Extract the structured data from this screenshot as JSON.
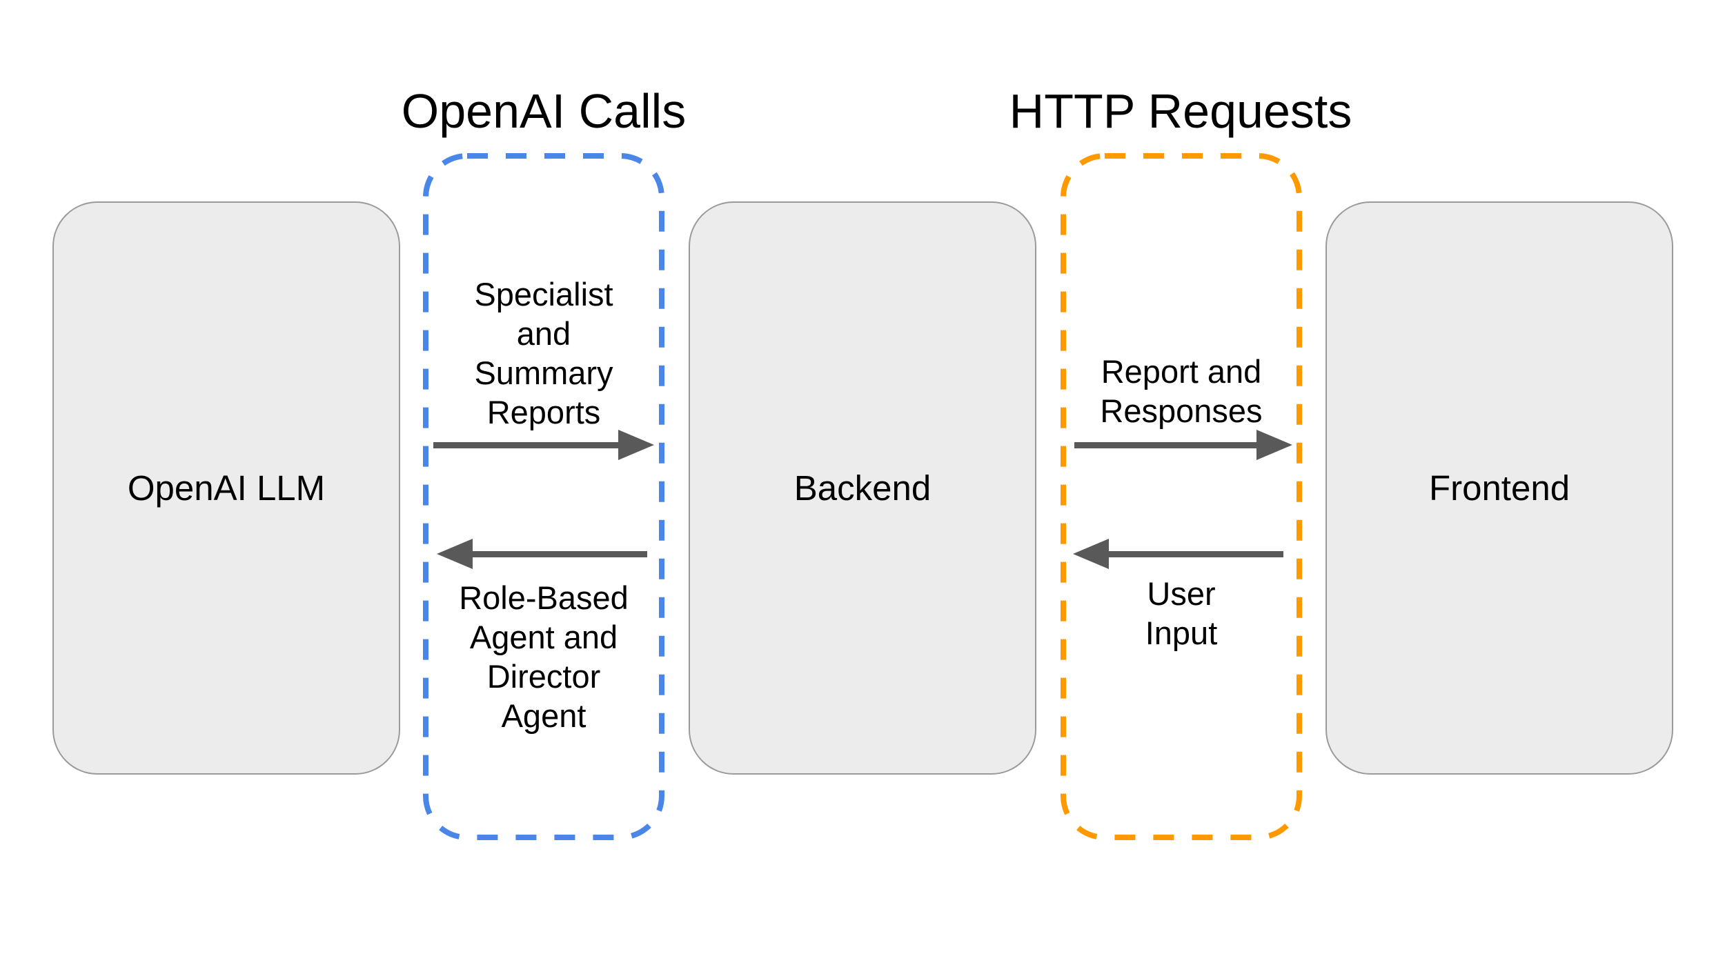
{
  "diagram": {
    "nodes": [
      {
        "label": "OpenAI LLM"
      },
      {
        "label": "Backend"
      },
      {
        "label": "Frontend"
      }
    ],
    "groups": [
      {
        "title": "OpenAI Calls",
        "accent_color": "#4a86e8",
        "flows": [
          {
            "direction": "right",
            "lines": [
              "Specialist",
              "and",
              "Summary",
              "Reports"
            ]
          },
          {
            "direction": "left",
            "lines": [
              "Role-Based",
              "Agent and",
              "Director",
              "Agent"
            ]
          }
        ]
      },
      {
        "title": "HTTP Requests",
        "accent_color": "#ff9900",
        "flows": [
          {
            "direction": "right",
            "lines": [
              "Report and",
              "Responses"
            ]
          },
          {
            "direction": "left",
            "lines": [
              "User",
              "Input"
            ]
          }
        ]
      }
    ],
    "colors": {
      "background": "#ffffff",
      "node_fill": "#ececec",
      "node_border": "#9a9a9a",
      "arrow": "#595959",
      "text": "#000000"
    }
  }
}
